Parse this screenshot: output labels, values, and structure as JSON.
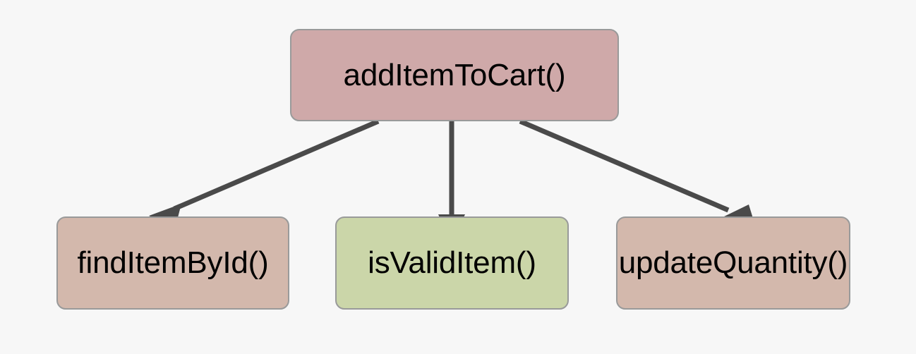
{
  "diagram": {
    "type": "call-graph",
    "background_color": "#f7f7f7",
    "border_color": "#999a9a",
    "edge_color": "#4a4a4a",
    "text_color": "#000000",
    "nodes": [
      {
        "id": "root",
        "label": "addItemToCart()",
        "fill": "#cfa9a9",
        "role": "caller"
      },
      {
        "id": "find",
        "label": "findItemById()",
        "fill": "#d3b8ac",
        "role": "callee"
      },
      {
        "id": "isvalid",
        "label": "isValidItem()",
        "fill": "#cbd6a9",
        "role": "callee"
      },
      {
        "id": "update",
        "label": "updateQuantity()",
        "fill": "#d3b8ac",
        "role": "callee"
      }
    ],
    "edges": [
      {
        "id": "edge-root-find",
        "from": "addItemToCart()",
        "to": "findItemById()",
        "arrow": "down-left"
      },
      {
        "id": "edge-root-isvalid",
        "from": "addItemToCart()",
        "to": "isValidItem()",
        "arrow": "down"
      },
      {
        "id": "edge-root-update",
        "from": "addItemToCart()",
        "to": "updateQuantity()",
        "arrow": "down-right"
      }
    ]
  }
}
